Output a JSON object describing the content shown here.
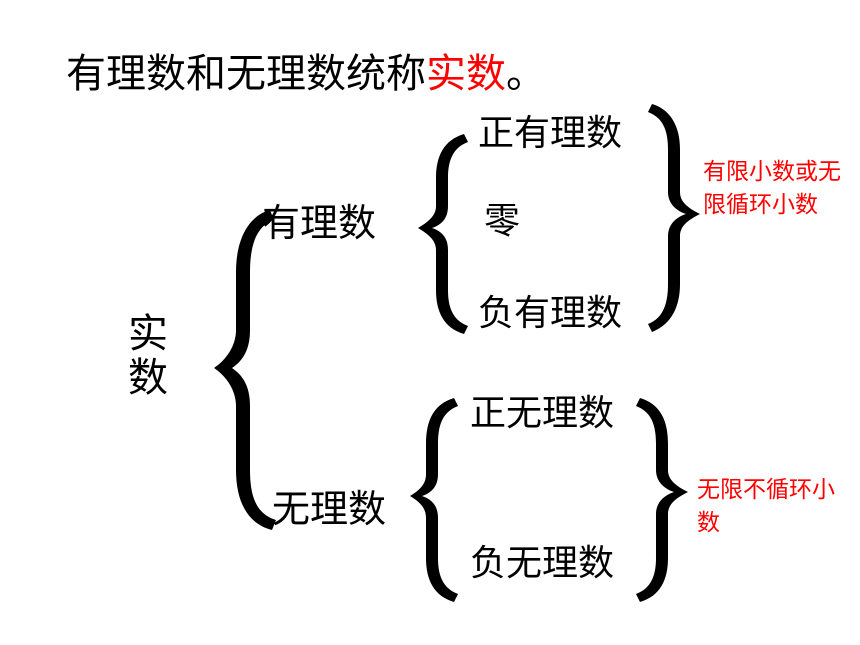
{
  "title": {
    "prefix": "有理数和无理数统称",
    "highlight": "实数",
    "suffix": "。"
  },
  "root": "实数",
  "branches": [
    {
      "label": "有理数",
      "children": [
        "正有理数",
        "零",
        "负有理数"
      ],
      "note": "有限小数或无限循环小数"
    },
    {
      "label": "无理数",
      "children": [
        "正无理数",
        "负无理数"
      ],
      "note": "无限不循环小数"
    }
  ],
  "colors": {
    "text": "#000000",
    "highlight": "#ff0000"
  }
}
